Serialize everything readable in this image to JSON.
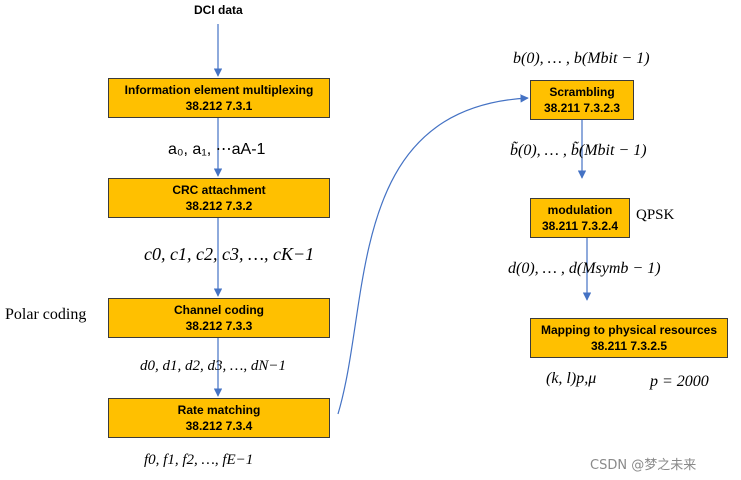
{
  "input_label": "DCI data",
  "blocks": [
    {
      "name": "Information element multiplexing",
      "ref": "38.212   7.3.1"
    },
    {
      "name": "CRC attachment",
      "ref": "38.212   7.3.2"
    },
    {
      "name": "Channel coding",
      "ref": "38.212   7.3.3"
    },
    {
      "name": "Rate matching",
      "ref": "38.212   7.3.4"
    },
    {
      "name": "Scrambling",
      "ref": "38.211  7.3.2.3"
    },
    {
      "name": "modulation",
      "ref": "38.211  7.3.2.4"
    },
    {
      "name": "Mapping to physical resources",
      "ref": "38.211   7.3.2.5"
    }
  ],
  "side_labels": {
    "polar_coding": "Polar coding",
    "qpsk": "QPSK"
  },
  "sequences": {
    "a": "a₀, a₁, ⋯aA-1",
    "c": "c0, c1, c2, c3, …, cK−1",
    "d": "d0, d1, d2, d3, …, dN−1",
    "f": "f0, f1, f2, …, fE−1",
    "b": "b(0), … , b(Mbit − 1)",
    "b_tilde": "b̃(0), … , b̃(Mbit − 1)",
    "d_symb": "d(0), … , d(Msymb − 1)",
    "kl": "(k, l)p,μ",
    "p": "p = 2000"
  },
  "colors": {
    "box_fill": "#FFC000",
    "arrow": "#4472C4",
    "watermark": "#8a8a8a"
  },
  "watermark": "CSDN @梦之未来"
}
